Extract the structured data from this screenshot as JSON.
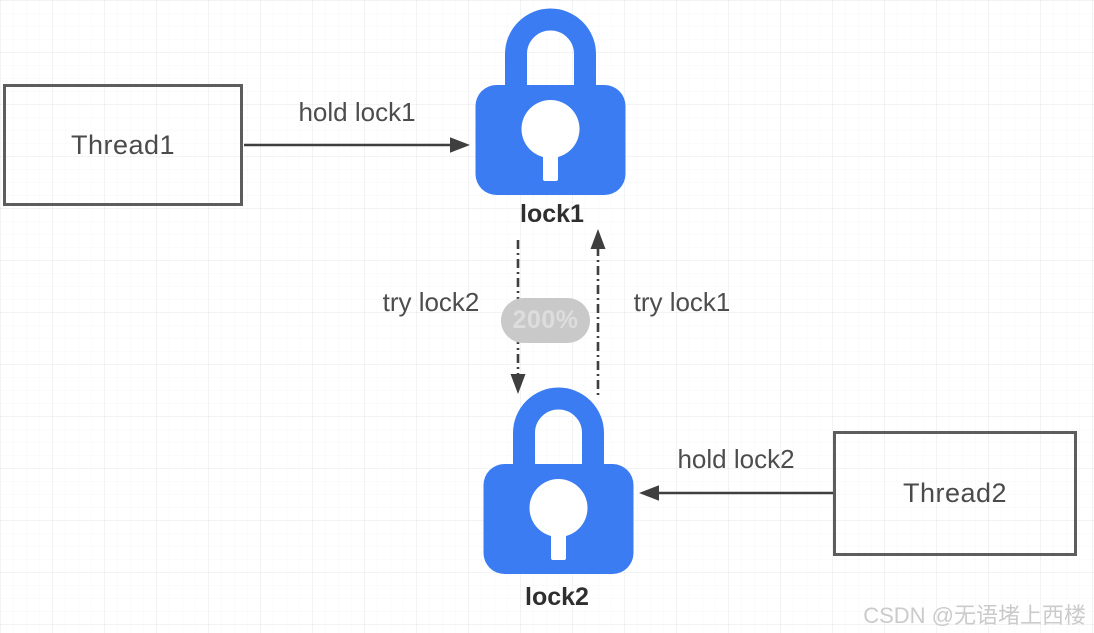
{
  "diagram": {
    "nodes": {
      "thread1": "Thread1",
      "thread2": "Thread2",
      "lock1": "lock1",
      "lock2": "lock2"
    },
    "edges": {
      "hold_lock1": "hold lock1",
      "hold_lock2": "hold lock2",
      "try_lock2": "try lock2",
      "try_lock1": "try lock1"
    },
    "zoom_badge": "200%",
    "watermark": "CSDN @无语堵上西楼",
    "colors": {
      "lock_blue": "#3b7cf3",
      "arrow": "#3f3f3f",
      "box_border": "#5d5d5d",
      "label_text": "#4d4d4d",
      "badge_bg": "#c9c9c9",
      "badge_text": "#dddddd",
      "watermark": "#cbcbcb"
    }
  }
}
